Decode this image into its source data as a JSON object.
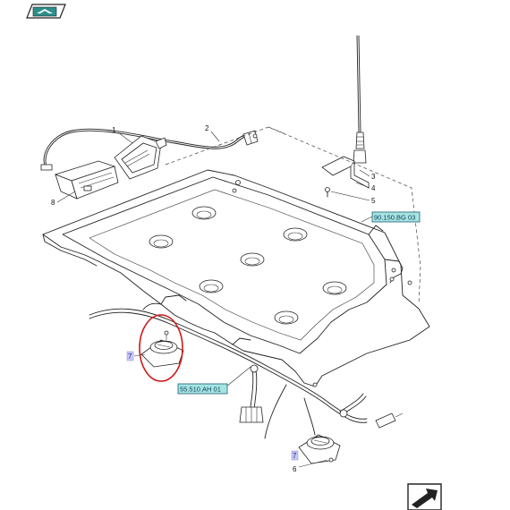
{
  "toolbar": {
    "home_icon": "book-home-icon",
    "next_icon": "next-page-arrow-icon"
  },
  "callouts": {
    "c1": "1",
    "c2": "2",
    "c3": "3",
    "c4": "4",
    "c5": "5",
    "c6": "6",
    "c7a": "7",
    "c7b": "7",
    "c8": "8"
  },
  "references": {
    "ref1": "90.150.BG 03",
    "ref2": "55.510.AH 01"
  },
  "colors": {
    "reference_fill": "#a6e4e1",
    "reference_border": "#1a5c7a",
    "highlight_circle": "#d01818",
    "selected_callout": "#c9c9f2",
    "icon_teal": "#2c8f8a"
  }
}
